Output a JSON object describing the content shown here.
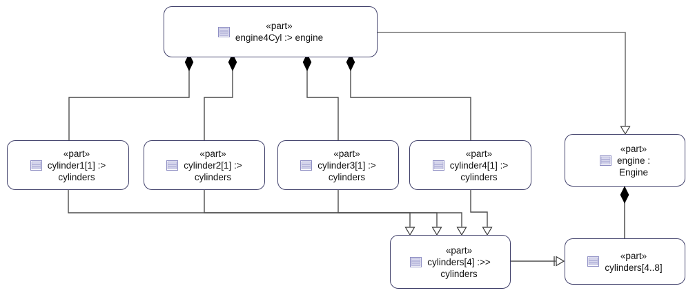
{
  "diagram": {
    "kind": "sysml-part-diagram",
    "colors": {
      "background": "#ffffff",
      "node_border": "#41416b",
      "node_fill": "#ffffff",
      "edge": "#4d4d4d",
      "edge_specialization": "#757575",
      "diamond_fill": "#000000",
      "arrowhead_fill": "#ffffff",
      "icon_accent": "#9a9acc",
      "text": "#111111"
    },
    "nodes": [
      {
        "id": "engine4Cyl",
        "icon": "part-icon",
        "stereotype": "«part»",
        "name_line1": "engine4Cyl :> engine",
        "name_line2": ""
      },
      {
        "id": "cylinder1",
        "icon": "part-icon",
        "stereotype": "«part»",
        "name_line1": "cylinder1[1] :>",
        "name_line2": "cylinders"
      },
      {
        "id": "cylinder2",
        "icon": "part-icon",
        "stereotype": "«part»",
        "name_line1": "cylinder2[1] :>",
        "name_line2": "cylinders"
      },
      {
        "id": "cylinder3",
        "icon": "part-icon",
        "stereotype": "«part»",
        "name_line1": "cylinder3[1] :>",
        "name_line2": "cylinders"
      },
      {
        "id": "cylinder4",
        "icon": "part-icon",
        "stereotype": "«part»",
        "name_line1": "cylinder4[1] :>",
        "name_line2": "cylinders"
      },
      {
        "id": "engine",
        "icon": "part-icon",
        "stereotype": "«part»",
        "name_line1": "engine :",
        "name_line2": "Engine"
      },
      {
        "id": "cylinders4",
        "icon": "part-icon",
        "stereotype": "«part»",
        "name_line1": "cylinders[4] :>>",
        "name_line2": "cylinders"
      },
      {
        "id": "cylinders48",
        "icon": "part-icon",
        "stereotype": "«part»",
        "name_line1": "cylinders[4..8]",
        "name_line2": ""
      }
    ],
    "edges": [
      {
        "from": "engine4Cyl",
        "to": "cylinder1",
        "type": "composition"
      },
      {
        "from": "engine4Cyl",
        "to": "cylinder2",
        "type": "composition"
      },
      {
        "from": "engine4Cyl",
        "to": "cylinder3",
        "type": "composition"
      },
      {
        "from": "engine4Cyl",
        "to": "cylinder4",
        "type": "composition"
      },
      {
        "from": "engine4Cyl",
        "to": "engine",
        "type": "specialization"
      },
      {
        "from": "cylinder1",
        "to": "cylinders4",
        "type": "subsetting"
      },
      {
        "from": "cylinder2",
        "to": "cylinders4",
        "type": "subsetting"
      },
      {
        "from": "cylinder3",
        "to": "cylinders4",
        "type": "subsetting"
      },
      {
        "from": "cylinder4",
        "to": "cylinders4",
        "type": "subsetting"
      },
      {
        "from": "cylinders4",
        "to": "cylinders48",
        "type": "redefinition"
      },
      {
        "from": "engine",
        "to": "cylinders48",
        "type": "composition"
      }
    ]
  }
}
